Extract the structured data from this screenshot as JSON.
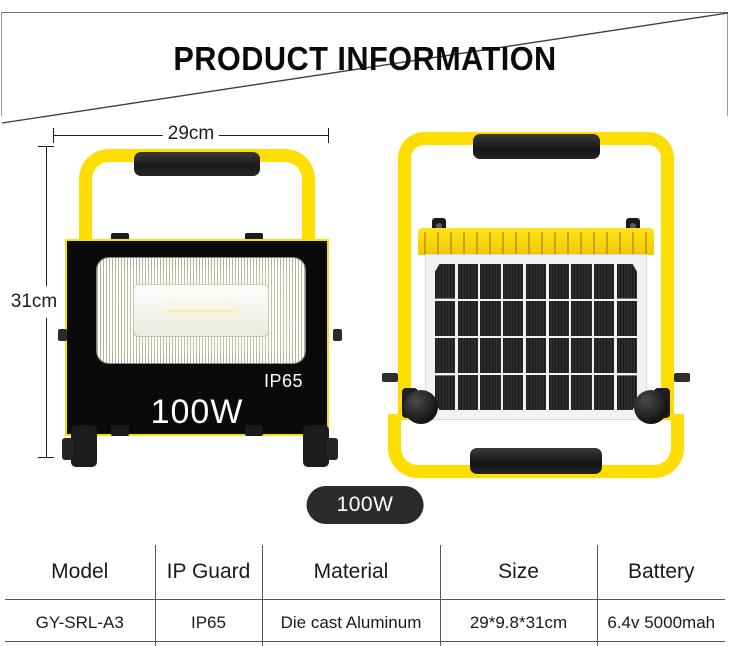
{
  "header": {
    "title": "PRODUCT INFORMATION"
  },
  "dimensions": {
    "width_label": "29cm",
    "height_label": "31cm"
  },
  "product_front": {
    "ip_rating_text": "IP65",
    "wattage_text": "100W"
  },
  "badge": {
    "label": "100W"
  },
  "spec_table": {
    "headers": [
      "Model",
      "IP Guard",
      "Material",
      "Size",
      "Battery"
    ],
    "rows": [
      [
        "GY-SRL-A3",
        "IP65",
        "Die cast Aluminum",
        "29*9.8*31cm",
        "6.4v 5000mah"
      ]
    ]
  },
  "colors": {
    "frame_yellow": "#ffdd00",
    "body_black": "#0a0a0a",
    "badge_bg": "#2b2b2b",
    "led_warm": "#f6f0bf",
    "solar_cell": "#1c1c1c",
    "rule_gray": "#555555"
  },
  "icons": {
    "dimension_arrow": "dimension-arrow-icon",
    "solar_panel": "solar-panel-icon"
  }
}
